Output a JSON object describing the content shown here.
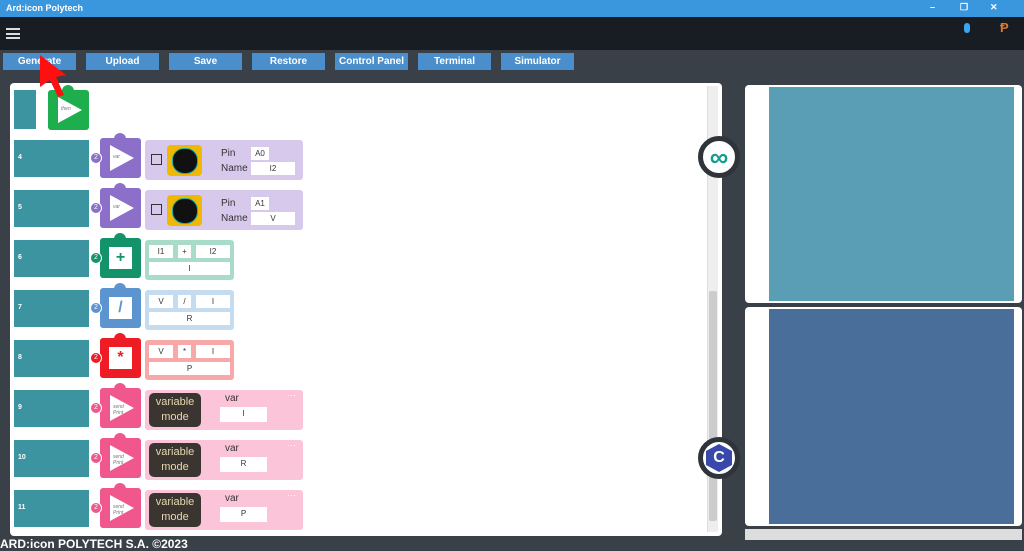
{
  "window": {
    "title": "Ard:icon Polytech",
    "minimize": "–",
    "maximize": "❐",
    "close": "✕"
  },
  "appbar": {
    "menu_icon": "hamburger-icon",
    "bluetooth_icon": "bluetooth-icon",
    "brand_icon": "polytech-logo-icon"
  },
  "toolbar": [
    "Generate",
    "Upload",
    "Save",
    "Restore",
    "Control Panel",
    "Terminal",
    "Simulator"
  ],
  "workspace": {
    "top_block": {
      "label": "then",
      "color": "#1fae4e"
    },
    "rows": [
      {
        "num": "4",
        "type": "var",
        "color": "#8b6fc9",
        "body_color": "#d7c9ec",
        "badge": "2",
        "pin_label": "Pin",
        "pin": "A0",
        "name_label": "Name",
        "name": "I2",
        "icon_text": "var"
      },
      {
        "num": "5",
        "type": "var",
        "color": "#8b6fc9",
        "body_color": "#d7c9ec",
        "badge": "2",
        "pin_label": "Pin",
        "pin": "A1",
        "name_label": "Name",
        "name": "V",
        "icon_text": "var"
      },
      {
        "num": "6",
        "type": "op",
        "color": "#14936a",
        "body_color": "#a8dcc8",
        "badge": "2",
        "symbol": "+",
        "a": "I1",
        "op": "+",
        "b": "I2",
        "result": "I"
      },
      {
        "num": "7",
        "type": "op",
        "color": "#5c94d0",
        "body_color": "#c5dcf0",
        "badge": "2",
        "symbol": "/",
        "a": "V",
        "op": "/",
        "b": "I",
        "result": "R"
      },
      {
        "num": "8",
        "type": "op",
        "color": "#ee1c25",
        "body_color": "#f7a9a9",
        "badge": "2",
        "symbol": "*",
        "a": "V",
        "op": "*",
        "b": "I",
        "result": "P"
      },
      {
        "num": "9",
        "type": "print",
        "color": "#f0578c",
        "body_color": "#fcc4d8",
        "badge": "2",
        "icon_text": "send Print",
        "mode": "variable mode",
        "var_label": "var",
        "var": "I",
        "more": "···"
      },
      {
        "num": "10",
        "type": "print",
        "color": "#f0578c",
        "body_color": "#fcc4d8",
        "badge": "2",
        "icon_text": "send Print",
        "mode": "variable mode",
        "var_label": "var",
        "var": "R",
        "more": "···"
      },
      {
        "num": "11",
        "type": "print",
        "color": "#f0578c",
        "body_color": "#fcc4d8",
        "badge": "2",
        "icon_text": "send Print",
        "mode": "variable mode",
        "var_label": "var",
        "var": "P",
        "more": "···"
      }
    ]
  },
  "panels": {
    "arduino_color": "#5a9eb5",
    "c_color": "#4a6e9a"
  },
  "footer": "ARD:icon POLYTECH S.A. ©2023"
}
